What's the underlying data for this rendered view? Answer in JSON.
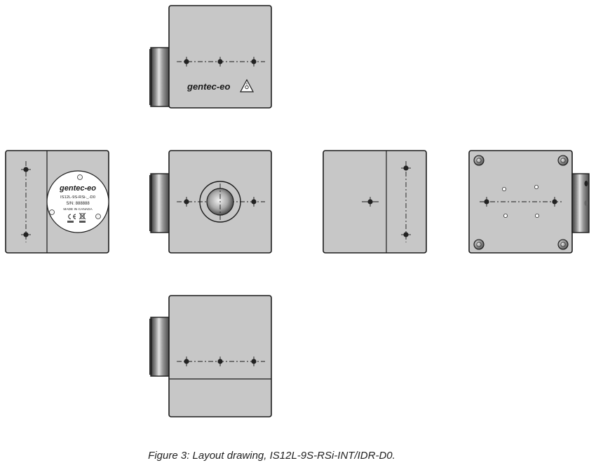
{
  "brand": {
    "logo_text": "gentec-eo",
    "model_label": "IS12L-9S-RSi-_-D0",
    "serial_label": "S/N: 888888",
    "origin_label": "MADE IN CANADA"
  },
  "figure": {
    "caption": "Figure 3: Layout drawing, IS12L-9S-RSi-INT/IDR-D0."
  },
  "colors": {
    "housing_gray": "#c7c7c7",
    "outline": "#1b1b1b",
    "port_dark": "#4a4a4a",
    "port_light": "#cfcfcf"
  },
  "icons": {
    "laser_warning": "laser-warning-icon",
    "ce_mark": "ce-mark-icon",
    "weee_bin": "weee-bin-icon"
  }
}
